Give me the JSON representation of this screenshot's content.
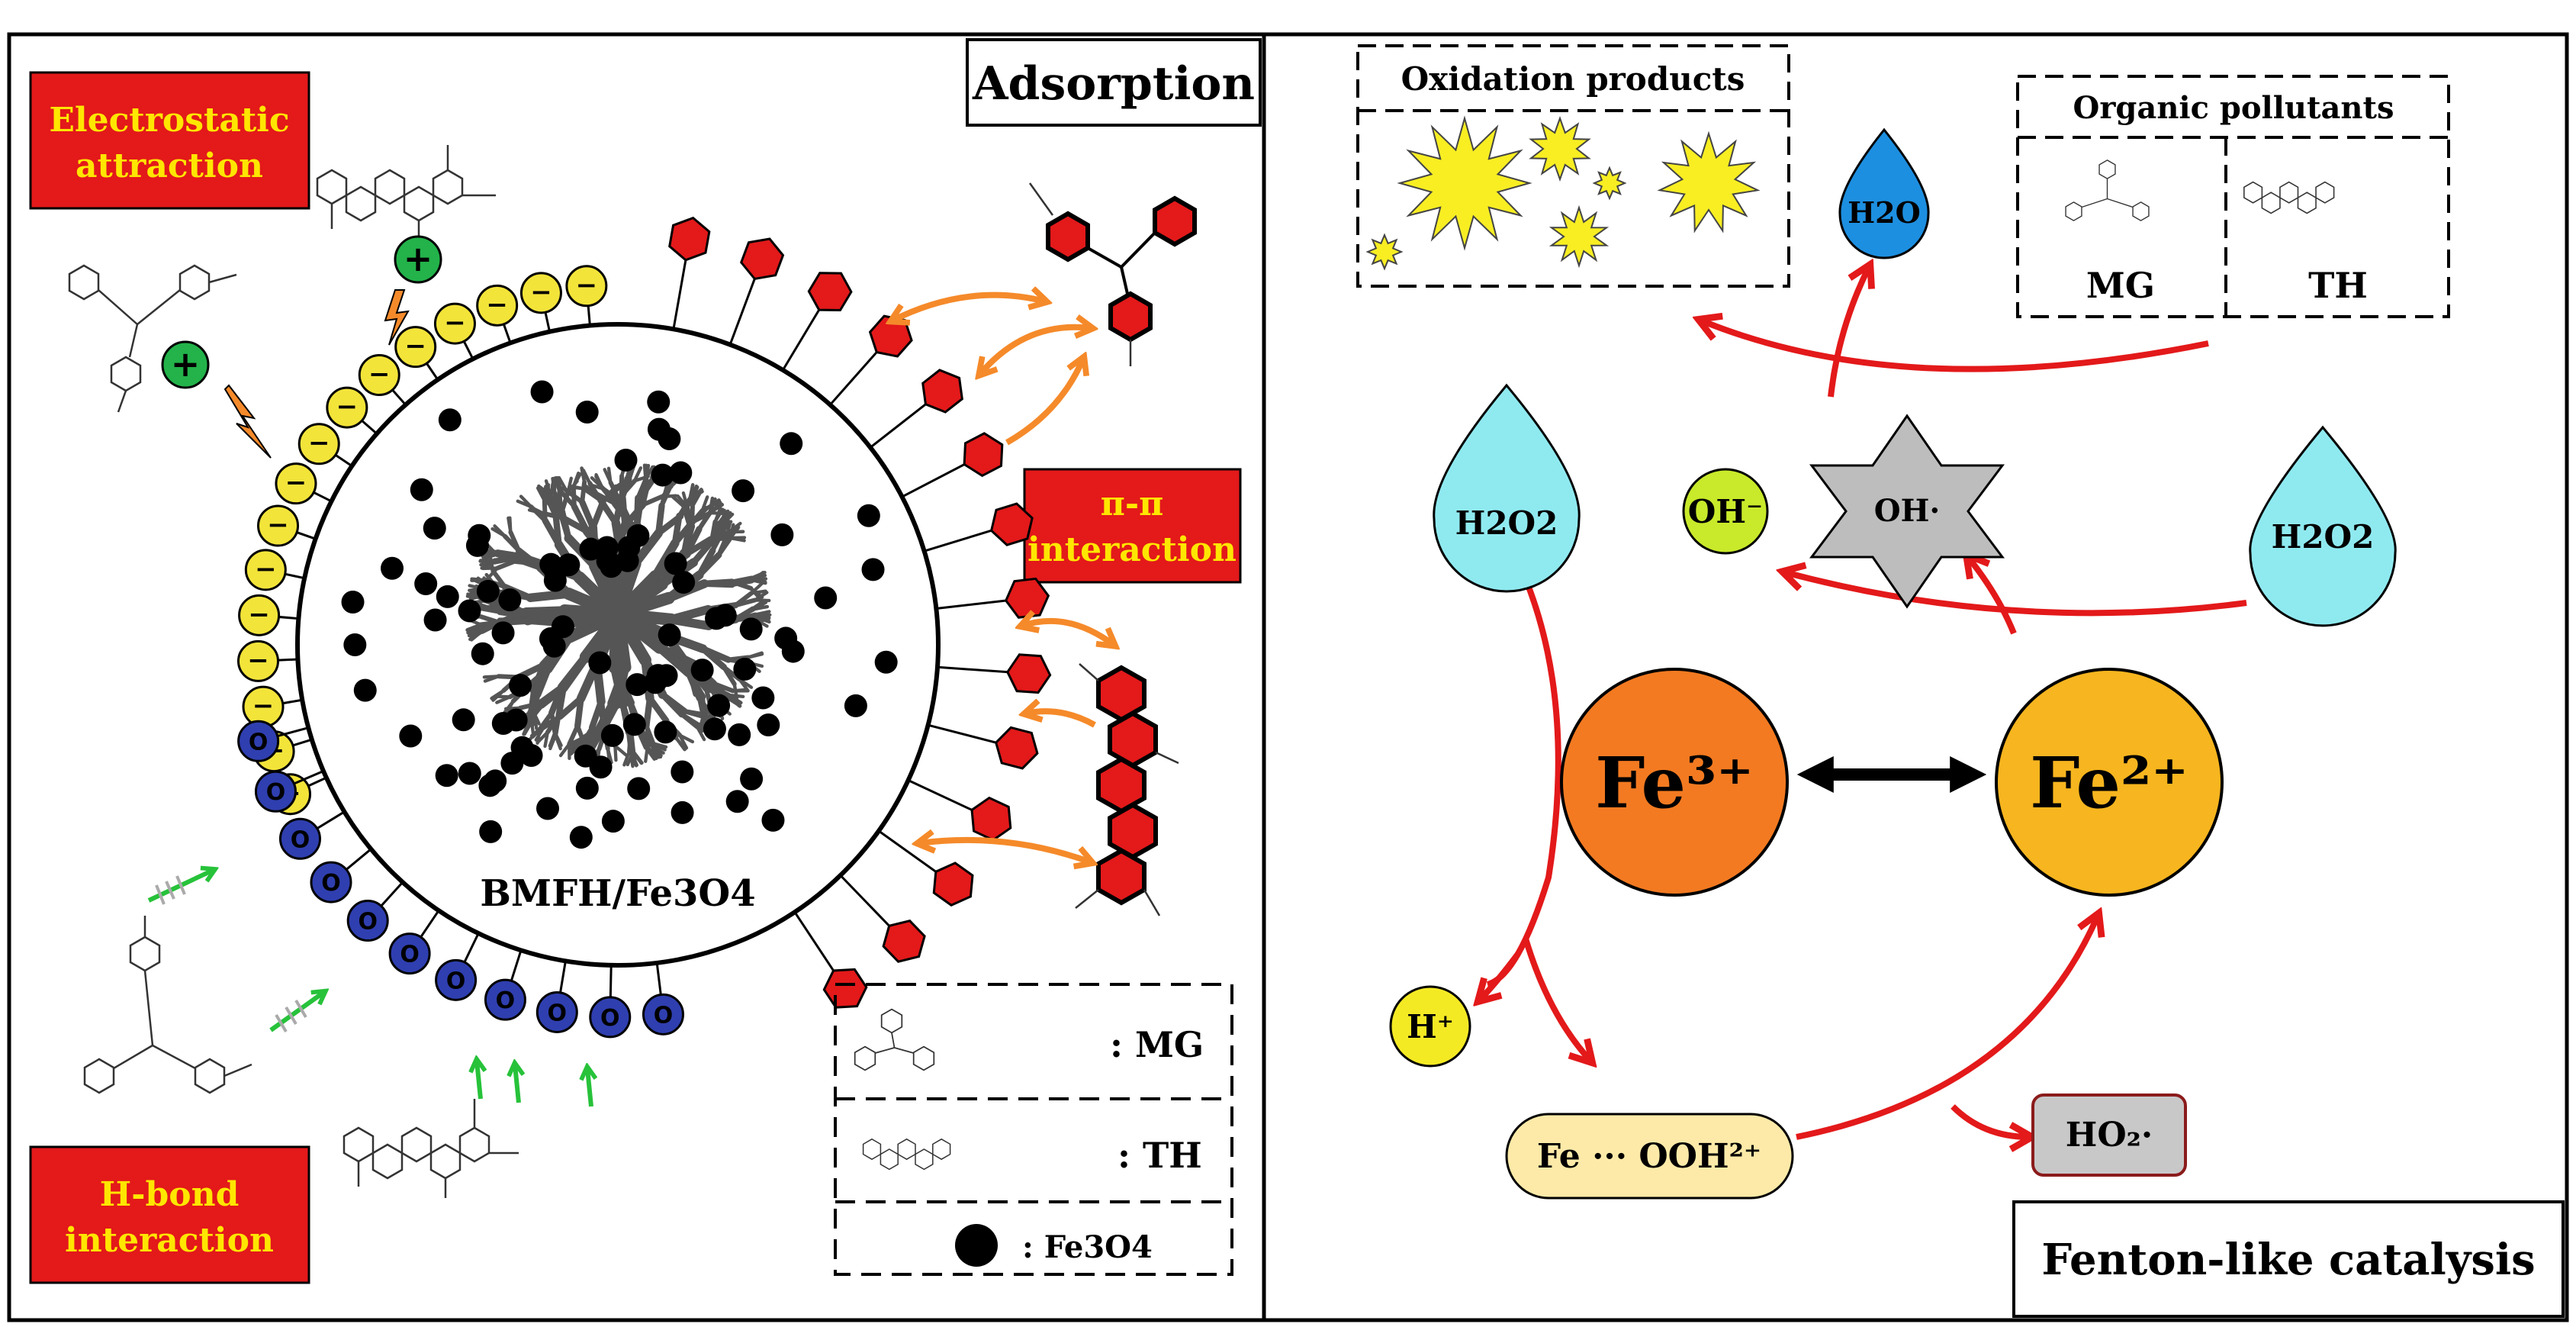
{
  "left_panel": {
    "title": "Adsorption",
    "labels": {
      "electrostatic_line1": "Electrostatic",
      "electrostatic_line2": "attraction",
      "pipi_line1": "π-π",
      "pipi_line2": "interaction",
      "hbond_line1": "H-bond",
      "hbond_line2": "interaction",
      "core": "BMFH/Fe3O4"
    },
    "legend": {
      "mg": ": MG",
      "th": ": TH",
      "fe3o4": ": Fe3O4"
    },
    "charge_symbols": {
      "positive": "+",
      "negative": "−",
      "oxygen": "O"
    },
    "colors": {
      "label_box": "#e3191a",
      "label_text": "#ffe600",
      "negative_bead": "#f3e43a",
      "oxygen_bead": "#2f3fb0",
      "hexagon": "#e3191a",
      "arrow_orange": "#f58a2a",
      "arrow_green": "#27c23a",
      "positive_bead": "#23b34a"
    }
  },
  "right_panel": {
    "title": "Fenton-like catalysis",
    "oxidation_products": "Oxidation products",
    "organic_pollutants": "Organic pollutants",
    "mg_label": "MG",
    "th_label": "TH",
    "species": {
      "h2o": "H2O",
      "h2o2_left": "H2O2",
      "h2o2_right": "H2O2",
      "oh_minus": "OH⁻",
      "oh_radical": "OH·",
      "fe3": "Fe³⁺",
      "fe2": "Fe²⁺",
      "h_plus": "H⁺",
      "fe_ooh": "Fe ··· OOH²⁺",
      "ho2": "HO₂·"
    },
    "colors": {
      "fe3": "#f37a21",
      "fe2": "#f7b51f",
      "h2o": "#1d8fe0",
      "h2o2": "#8feaf0",
      "oh_minus": "#c8ea2a",
      "oh_radical": "#bdbdbd",
      "h_plus": "#f4ea24",
      "fe_ooh": "#fdeaa8",
      "ho2": "#c8c8c8",
      "star": "#f8ee22",
      "arrow_red": "#e3191a"
    }
  }
}
